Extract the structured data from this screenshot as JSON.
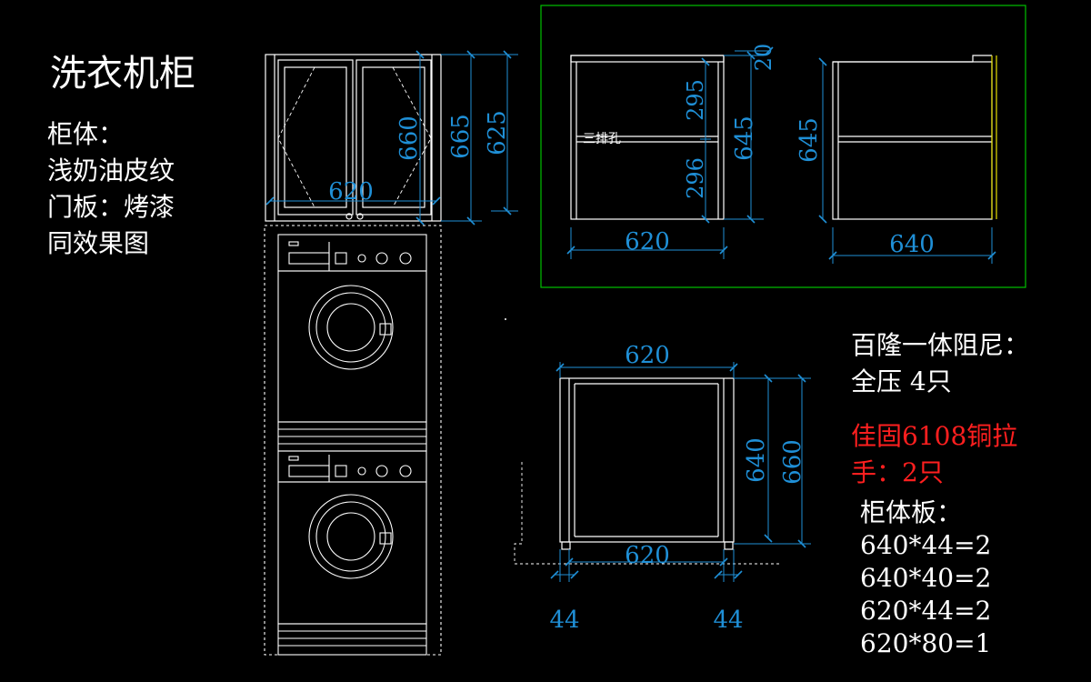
{
  "drawing": {
    "title": "洗衣机柜",
    "cabinet_notes": [
      "柜体：",
      "浅奶油皮纹",
      "门板：烤漆",
      "同效果图"
    ],
    "hardware_notes": [
      "百隆一体阻尼：",
      "全压 4只"
    ],
    "handle_notes": [
      "佳固6108铜拉",
      "手：2只"
    ],
    "board_list_title": "柜体板：",
    "board_list": [
      "640*44=2",
      "640*40=2",
      "620*44=2",
      "620*80=1"
    ],
    "inner_label": "三排孔",
    "colors": {
      "background": "#000000",
      "line": "#ffffff",
      "dimension": "#1f8fd6",
      "frame": "#00c000",
      "accent_yellow": "#e8e000",
      "highlight_text": "#ff1f1f"
    }
  },
  "front_view": {
    "width_dim": "620",
    "door_height_dim": "660",
    "overall_height_dim": "665",
    "inner_height_dim": "625"
  },
  "section_front": {
    "width_dim": "620",
    "top_gap_dim": "20",
    "upper_dim": "295",
    "lower_dim": "296",
    "height_dim": "645"
  },
  "section_side": {
    "width_dim": "640",
    "height_dim": "645"
  },
  "plan_view": {
    "top_width_dim": "620",
    "bottom_width_dim": "620",
    "depth_dim": "640",
    "outer_depth_dim": "660",
    "left_board_dim": "44",
    "right_board_dim": "44"
  }
}
